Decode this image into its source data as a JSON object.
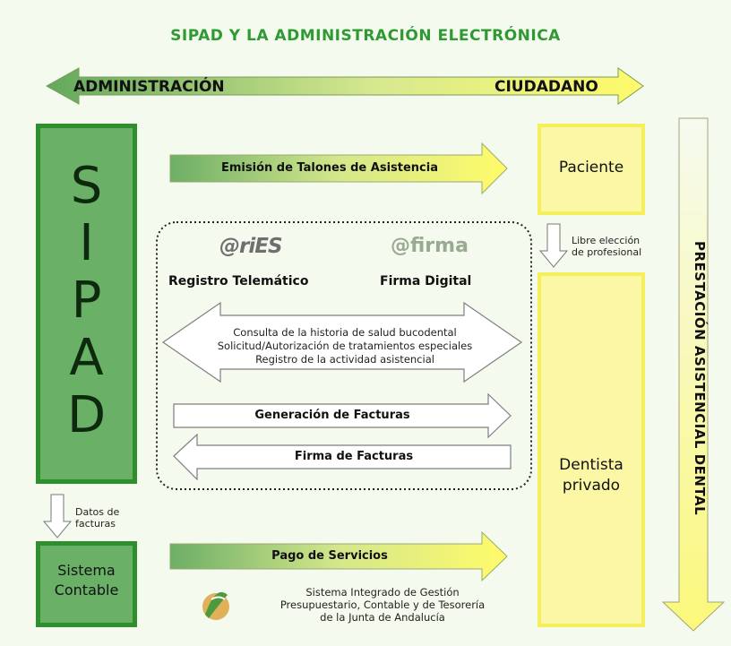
{
  "title": "SIPAD Y LA ADMINISTRACIÓN ELECTRÓNICA",
  "axis": {
    "left_label": "ADMINISTRACIÓN",
    "right_label": "CIUDADANO"
  },
  "sipad": {
    "letters": [
      "S",
      "I",
      "P",
      "A",
      "D"
    ]
  },
  "sistema_contable": {
    "line1": "Sistema",
    "line2": "Contable"
  },
  "datos_facturas": {
    "line1": "Datos de",
    "line2": "facturas"
  },
  "paciente": "Paciente",
  "libre_eleccion": {
    "line1": "Libre elección",
    "line2": "de profesional"
  },
  "dentista": {
    "line1": "Dentista",
    "line2": "privado"
  },
  "vertical_label": "PRESTACIÓN ASISTENCIAL DENTAL",
  "arrows": {
    "emision": "Emisión de Talones de Asistencia",
    "generacion": "Generación de Facturas",
    "firma_facturas": "Firma de Facturas",
    "pago": "Pago de Servicios"
  },
  "logos": {
    "aries": "@riES",
    "aries_caption": "Registro Telemático",
    "afirma": "@firma",
    "afirma_caption": "Firma Digital"
  },
  "consultas": [
    "Consulta de la historia de salud bucodental",
    "Solicitud/Autorización de tratamientos especiales",
    "Registro de la actividad asistencial"
  ],
  "siged": [
    "Sistema Integrado de Gestión",
    "Presupuestario, Contable y de Tesorería",
    "de la Junta de Andalucía"
  ],
  "colors": {
    "green_dark": "#2f8f2f",
    "green_fill": "#6bb067",
    "yellow_fill": "#fbf7a4",
    "title_green": "#2f9a33"
  }
}
